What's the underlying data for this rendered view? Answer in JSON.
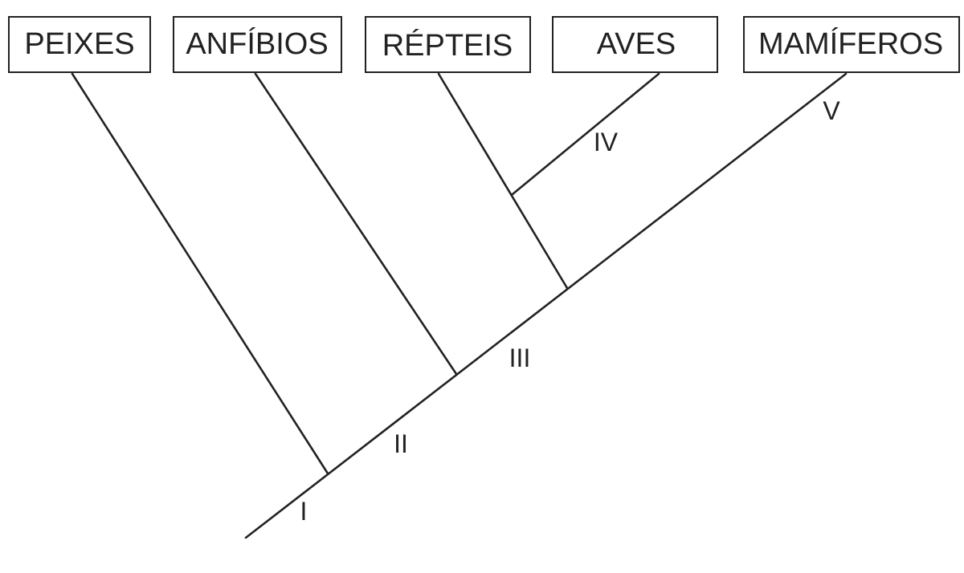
{
  "diagram": {
    "taxa": [
      {
        "label": "PEIXES"
      },
      {
        "label": "ANFÍBIOS"
      },
      {
        "label": "RÉPTEIS"
      },
      {
        "label": "AVES"
      },
      {
        "label": "MAMÍFEROS"
      }
    ],
    "nodes": [
      {
        "label": "I"
      },
      {
        "label": "II"
      },
      {
        "label": "III"
      },
      {
        "label": "IV"
      },
      {
        "label": "V"
      }
    ]
  },
  "colors": {
    "line": "#222222",
    "box_border": "#222222",
    "background": "#ffffff"
  }
}
